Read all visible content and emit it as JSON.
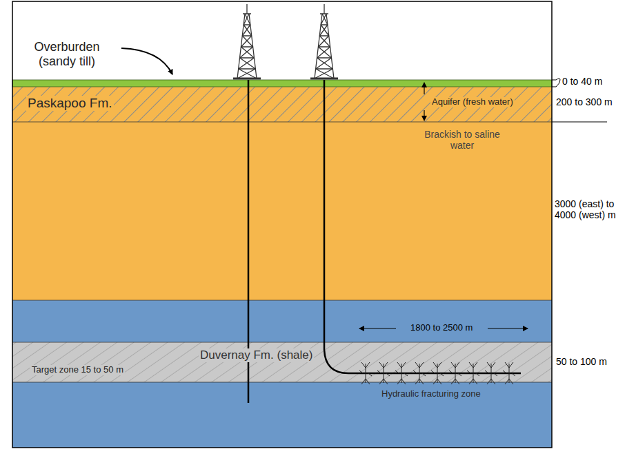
{
  "diagram": {
    "nodes": [
      {
        "text": [
          "Overburden (sandy till)"
        ]
      },
      {
        "text": [
          "Paskapoo Fm.",
          "Aquifer (fresh water)"
        ]
      },
      {
        "text": [
          "Brackish to saline water"
        ]
      },
      {
        "text": [
          "Duvernay Fm. (shale)",
          "Target zone 15 to 50 m"
        ]
      },
      {
        "text": [
          "Hydraulic fracturing zone"
        ]
      }
    ],
    "labels": [
      "0 to 40 m",
      "200 to 300 m",
      "3000 (east) to 4000 (west) m",
      "1800 to 2500 m",
      "50 to 100 m"
    ]
  }
}
